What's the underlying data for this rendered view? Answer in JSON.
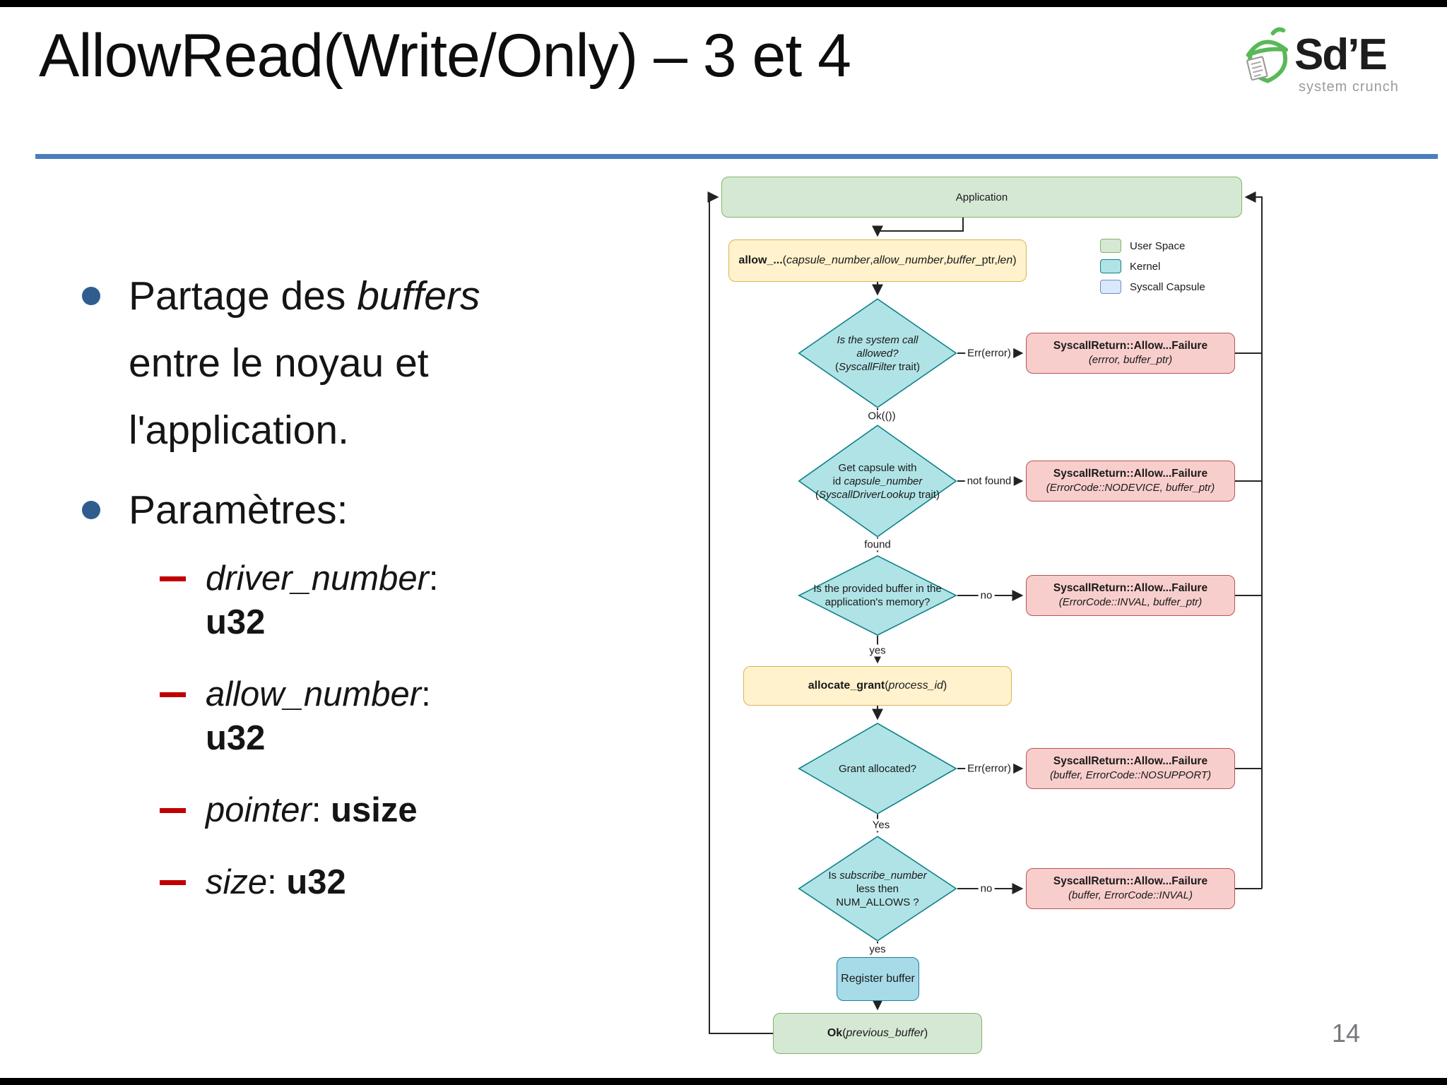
{
  "slide": {
    "title": "AllowRead(Write/Only) – 3 et 4",
    "page_number": "14"
  },
  "logo": {
    "name": "Sd’E",
    "subtitle": "system crunch"
  },
  "content": {
    "bullet1": [
      {
        "t": "Partage des "
      },
      {
        "t": "buffers",
        "i": true
      },
      {
        "t": " entre le noyau et l'application."
      }
    ],
    "bullet2": "Paramètres:",
    "params": [
      [
        {
          "t": "driver_number",
          "i": true
        },
        {
          "t": ": "
        },
        {
          "t": "u32",
          "b": true
        }
      ],
      [
        {
          "t": "allow_number",
          "i": true
        },
        {
          "t": ": "
        },
        {
          "t": "u32",
          "b": true
        }
      ],
      [
        {
          "t": "pointer",
          "i": true
        },
        {
          "t": ": "
        },
        {
          "t": "usize",
          "b": true
        }
      ],
      [
        {
          "t": "size",
          "i": true
        },
        {
          "t": ": "
        },
        {
          "t": "u32",
          "b": true
        }
      ]
    ]
  },
  "flow": {
    "application": "Application",
    "allow_call": [
      {
        "t": "allow_...",
        "b": true
      },
      {
        "t": " ("
      },
      {
        "t": "capsule_number",
        "i": true
      },
      {
        "t": ", "
      },
      {
        "t": "allow_number",
        "i": true
      },
      {
        "t": ", "
      },
      {
        "t": "buffer",
        "i": true
      },
      {
        "t": "_ptr, "
      },
      {
        "t": "len",
        "i": true
      },
      {
        "t": ")"
      }
    ],
    "legend": [
      {
        "label": "User Space",
        "fill": "#d5e8d4",
        "border": "#82b366"
      },
      {
        "label": "Kernel",
        "fill": "#b0e3e6",
        "border": "#0e8088"
      },
      {
        "label": "Syscall Capsule",
        "fill": "#dae8fc",
        "border": "#6c8ebf"
      }
    ],
    "fb_title": "SyscallReturn::Allow...Failure",
    "d1": {
      "lines": [
        [
          {
            "t": "Is the system call",
            "i": true
          }
        ],
        [
          {
            "t": "allowed?",
            "i": true
          }
        ],
        [
          {
            "t": "("
          },
          {
            "t": "SyscallFilter",
            "i": true
          },
          {
            "t": " trait)"
          }
        ]
      ],
      "right_label": "Err(error)",
      "down_label": "Ok(())"
    },
    "fb1_sub": "(errror, buffer_ptr)",
    "d2": {
      "lines": [
        [
          {
            "t": "Get capsule with"
          }
        ],
        [
          {
            "t": "id "
          },
          {
            "t": "capsule_number",
            "i": true
          }
        ],
        [
          {
            "t": "("
          },
          {
            "t": "SyscallDriverLookup",
            "i": true
          },
          {
            "t": " trait)"
          }
        ]
      ],
      "right_label": "not found",
      "down_label": "found"
    },
    "fb2_sub": "(ErrorCode::NODEVICE, buffer_ptr)",
    "d3": {
      "lines": [
        [
          {
            "t": "Is the provided buffer in the"
          }
        ],
        [
          {
            "t": "application's memory?"
          }
        ]
      ],
      "right_label": "no",
      "down_label": "yes"
    },
    "fb3_sub": "(ErrorCode::INVAL, buffer_ptr)",
    "allocate_grant": [
      {
        "t": "allocate_grant",
        "b": true
      },
      {
        "t": " ("
      },
      {
        "t": "process_id",
        "i": true
      },
      {
        "t": ")"
      }
    ],
    "d4": {
      "lines": [
        [
          {
            "t": "Grant allocated?"
          }
        ]
      ],
      "right_label": "Err(error)",
      "down_label": "Yes"
    },
    "fb4_sub": "(buffer, ErrorCode::NOSUPPORT)",
    "d5": {
      "lines": [
        [
          {
            "t": "Is "
          },
          {
            "t": "subscribe_number",
            "i": true
          }
        ],
        [
          {
            "t": "less then"
          }
        ],
        [
          {
            "t": "NUM_ALLOWS ?"
          }
        ]
      ],
      "right_label": "no",
      "down_label": "yes"
    },
    "fb5_sub": "(buffer, ErrorCode::INVAL)",
    "register": "Register buffer",
    "ok": [
      {
        "t": "Ok",
        "b": true
      },
      {
        "t": " ("
      },
      {
        "t": "previous_buffer",
        "i": true
      },
      {
        "t": ")"
      }
    ]
  },
  "colors": {
    "divider": "#4a7ebf",
    "bullet_dot": "#2e5d8e",
    "dash_red": "#c00000",
    "logo_green": "#58b957"
  }
}
